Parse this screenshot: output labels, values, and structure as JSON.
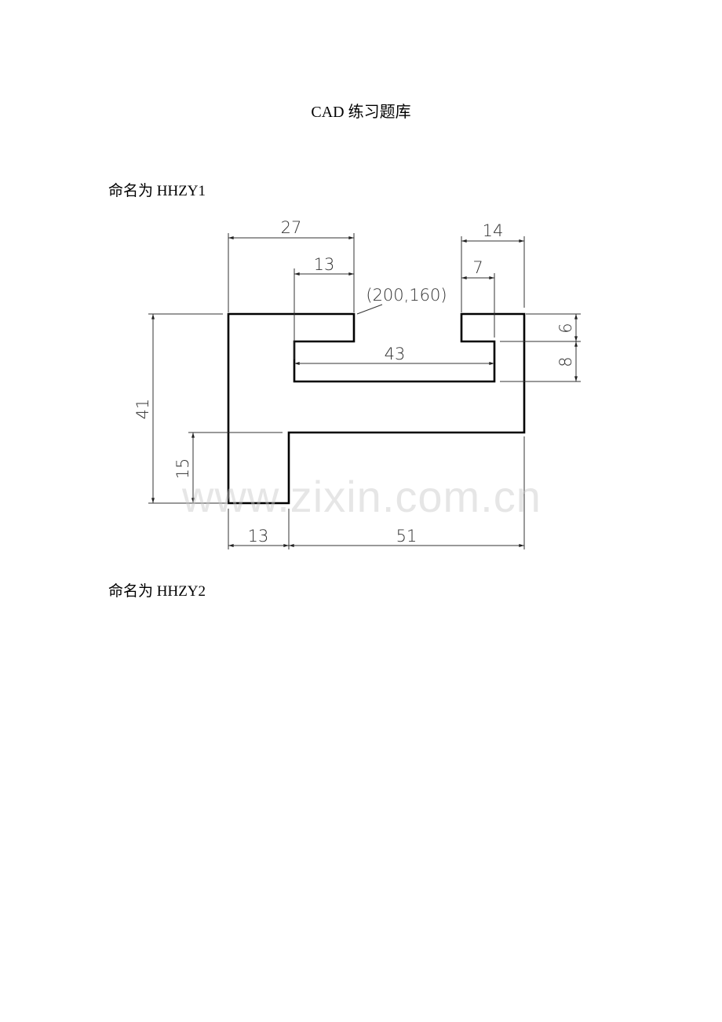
{
  "document": {
    "title": "CAD 练习题库",
    "exercises": [
      {
        "label": "命名为 HHZY1"
      },
      {
        "label": "命名为 HHZY2"
      }
    ]
  },
  "drawing": {
    "dimensions": {
      "top_width": "27",
      "inner_offset": "13",
      "right_width": "14",
      "right_half": "7",
      "coordinate": "(200,160)",
      "slot_width": "43",
      "right_top_height": "6",
      "right_slot_height": "8",
      "total_height": "41",
      "leg_height": "15",
      "leg_width": "13",
      "base_width": "51"
    }
  },
  "watermark": "www.zixin.com.cn"
}
